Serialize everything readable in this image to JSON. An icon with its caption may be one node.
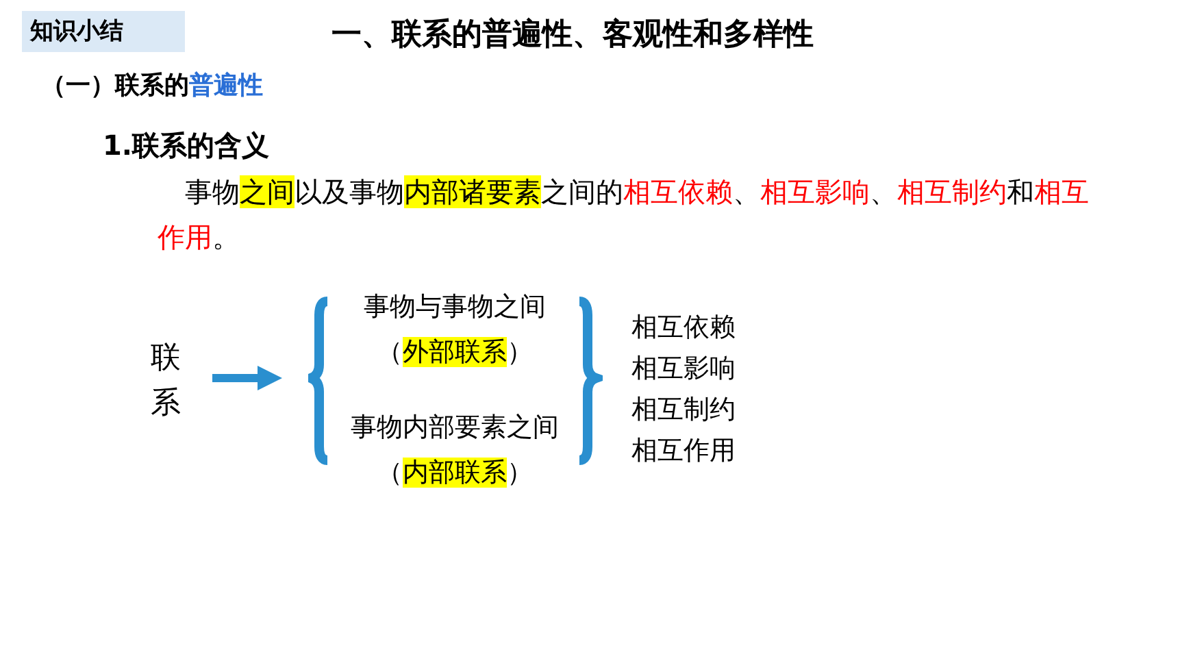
{
  "diagram": {
    "title": "一、联系的普遍性、客观性和多样性",
    "nodes": [
      {
        "text": [
          "联系"
        ]
      },
      {
        "text": [
          "事物与事物之间（**外部联系**）",
          "事物内部要素之间（**内部联系**）"
        ]
      }
    ],
    "edges": [
      {
        "from": 0,
        "to": 1,
        "arrow": "to"
      }
    ],
    "labels": [
      "知识小结",
      "（一）联系的**普遍性**",
      "1.联系的含义",
      "事物**之间**以及事物**内部诸要素**之间的**相互依赖**、**相互影响**、**相互制约**和**相互作用**。",
      "相互依赖",
      "相互影响",
      "相互制约",
      "相互作用"
    ]
  }
}
